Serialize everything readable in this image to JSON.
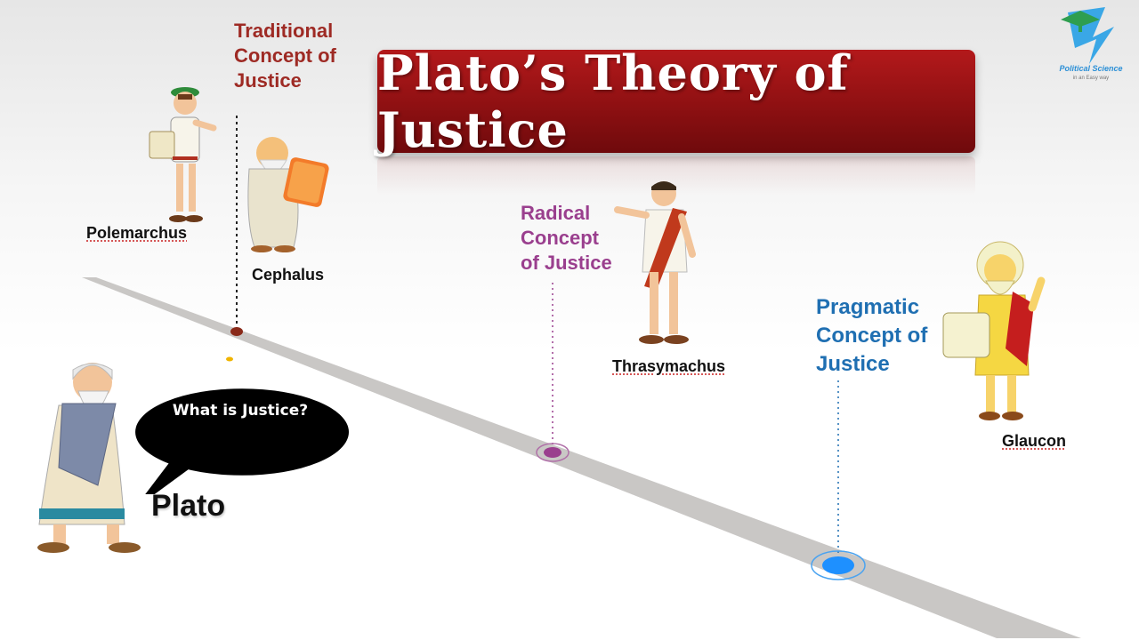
{
  "title": "Plato’s Theory of Justice",
  "logo": {
    "icon": "political-science-logo-icon",
    "text": "Political Science",
    "subtext": "in an Easy way"
  },
  "traditional": {
    "heading": "Traditional Concept of Justice",
    "lines": [
      "Traditional",
      "Concept of",
      "Justice"
    ],
    "color": "#9e2a24"
  },
  "radical": {
    "heading": "Radical Concept of Justice",
    "lines": [
      "Radical",
      "Concept",
      "of Justice"
    ],
    "color": "#9a3f8e"
  },
  "pragmatic": {
    "heading": "Pragmatic Concept of Justice",
    "lines": [
      "Pragmatic",
      "Concept of",
      "Justice"
    ],
    "color": "#1f6fb2"
  },
  "characters": {
    "polemarchus": "Polemarchus",
    "cephalus": "Cephalus",
    "thrasymachus": "Thrasymachus",
    "glaucon": "Glaucon",
    "plato": "Plato"
  },
  "speech_bubble": "What is Justice?"
}
